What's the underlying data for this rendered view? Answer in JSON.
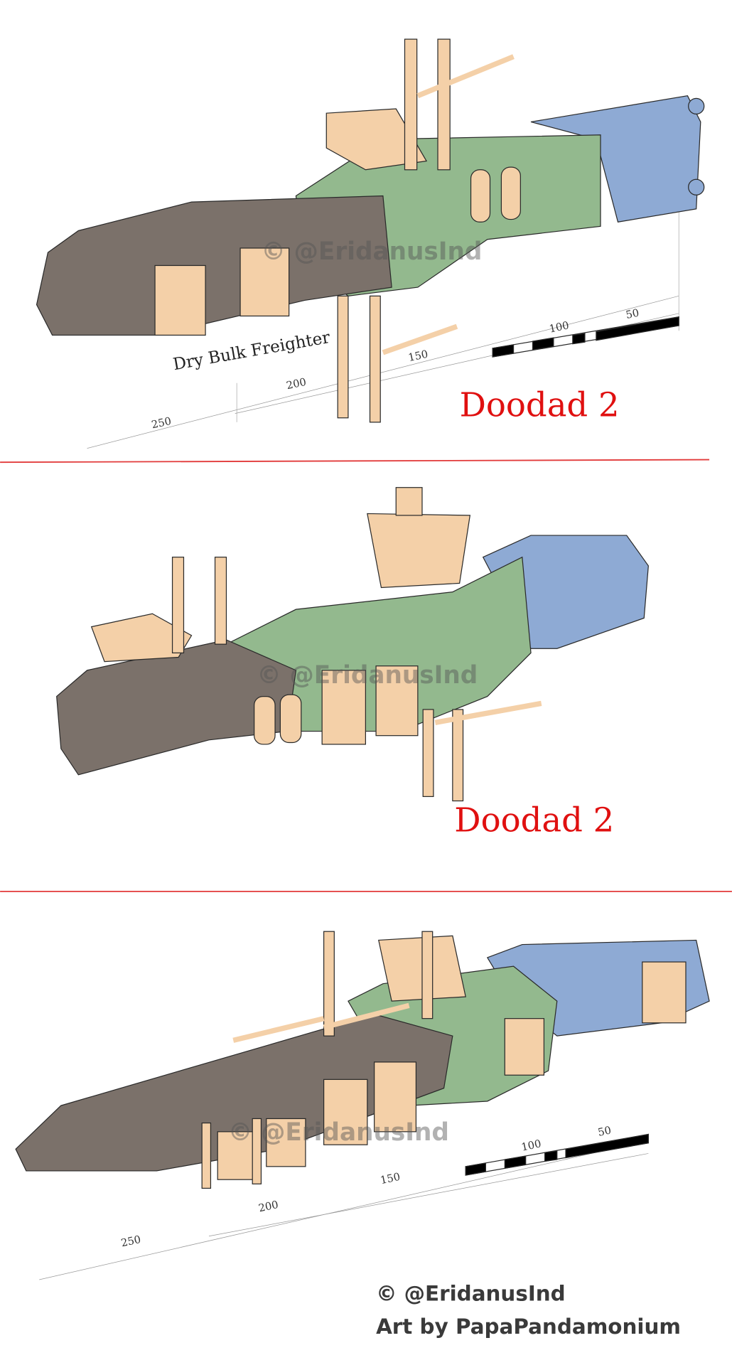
{
  "colors": {
    "hull_grey": "#7b716a",
    "hull_green": "#93b98e",
    "hull_blue": "#8eaad4",
    "parts_tan": "#f4d0a8",
    "divider_red": "#e23a3a",
    "label_red": "#e01010",
    "ink": "#2a2a2a"
  },
  "panel1": {
    "ship_label": "Dry Bulk Freighter",
    "title": "Doodad 2",
    "watermark": "© @EridanusInd",
    "scale_ticks": [
      "250",
      "200",
      "150",
      "100",
      "50"
    ]
  },
  "panel2": {
    "title": "Doodad 2",
    "watermark": "© @EridanusInd"
  },
  "panel3": {
    "watermark": "© @EridanusInd",
    "scale_ticks": [
      "250",
      "200",
      "150",
      "100",
      "50"
    ]
  },
  "credits": {
    "line1": "© @EridanusInd",
    "line2": "Art by PapaPandamonium"
  }
}
